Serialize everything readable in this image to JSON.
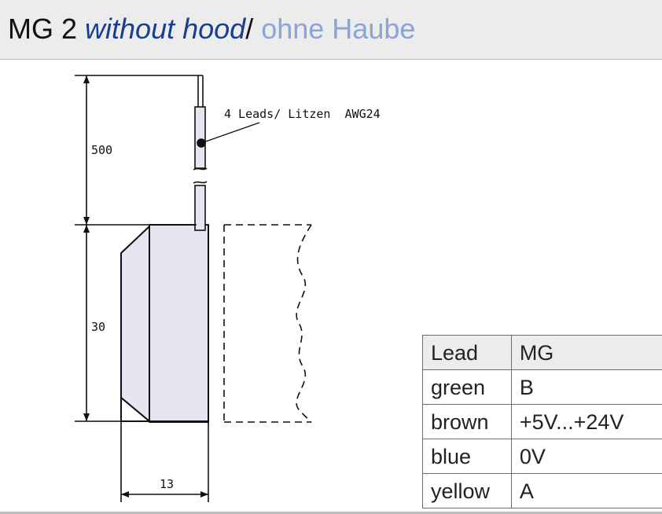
{
  "header": {
    "title_model": "MG 2",
    "title_en": "without hood",
    "title_sep": "/",
    "title_de": "ohne Haube"
  },
  "drawing": {
    "lead_note": "4 Leads/ Litzen  AWG24",
    "dim_cable_length": "500",
    "dim_height": "30",
    "dim_width": "13"
  },
  "table": {
    "headers": [
      "Lead",
      "MG"
    ],
    "rows": [
      [
        "green",
        "B"
      ],
      [
        "brown",
        "+5V...+24V"
      ],
      [
        "blue",
        "0V"
      ],
      [
        "yellow",
        "A"
      ]
    ]
  },
  "colors": {
    "header_bg": "#ececec",
    "title_en": "#1a3d8f",
    "title_de": "#8aa4d3",
    "part_fill": "#e5e6f2",
    "line": "#111111"
  }
}
